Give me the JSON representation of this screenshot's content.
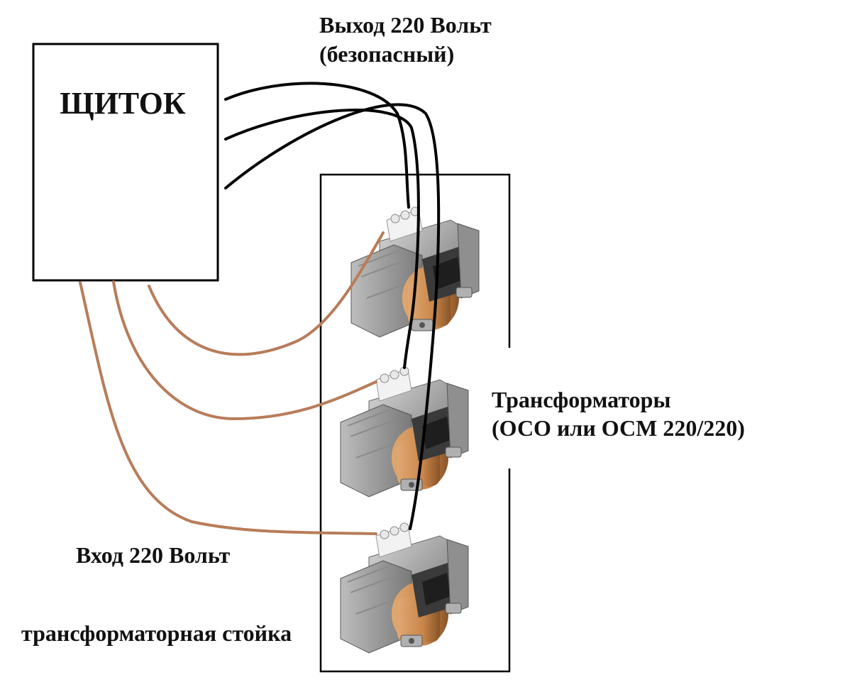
{
  "panel": {
    "label": "ЩИТОК"
  },
  "labels": {
    "output_line1": "Выход 220 Вольт",
    "output_line2": "(безопасный)",
    "transformers_line1": "Трансформаторы",
    "transformers_line2": "(ОСО или ОСМ 220/220)",
    "input": "Вход 220 Вольт",
    "rack": "трансформаторная стойка"
  },
  "colors": {
    "output_wire": "#000000",
    "input_wire": "#b87c5a",
    "coil": "#c9864a",
    "core": "#a9a9a9"
  }
}
